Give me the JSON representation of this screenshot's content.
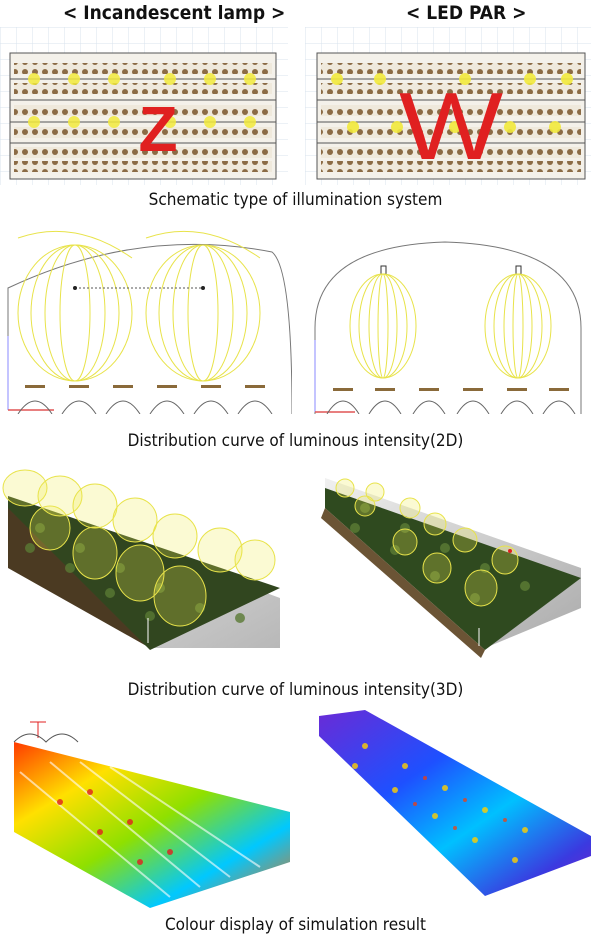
{
  "headers": {
    "left": "< Incandescent lamp >",
    "right": "< LED PAR >"
  },
  "captions": {
    "schematic": "Schematic type of illumination system",
    "curve_2d": "Distribution curve of luminous intensity(2D)",
    "curve_3d": "Distribution curve of luminous intensity(3D)",
    "simulation": "Colour display of simulation result"
  },
  "schematic_letters": {
    "left": "Z",
    "right": "W"
  },
  "colors": {
    "accent_red": "#e02020",
    "lamp_yellow": "#e8e34a",
    "bench_brown": "#6a5235",
    "plant_green": "#2f4a1f"
  }
}
